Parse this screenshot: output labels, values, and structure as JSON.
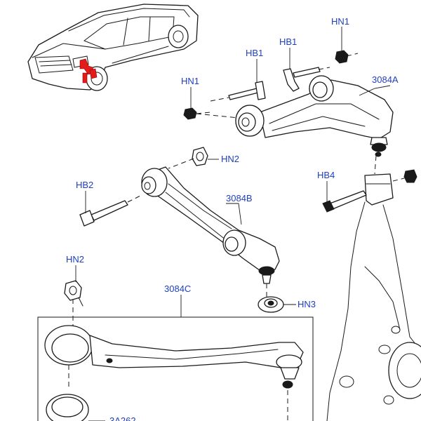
{
  "callouts": {
    "hn1_top": "HN1",
    "hb1_right": "HB1",
    "hb1_left": "HB1",
    "hn1_left": "HN1",
    "part_3084a": "3084A",
    "hn2_upper": "HN2",
    "hb2": "HB2",
    "part_3084b": "3084B",
    "hb4": "HB4",
    "hn2_lower": "HN2",
    "part_3084c": "3084C",
    "hn3": "HN3",
    "part_3a262": "3A262"
  },
  "colors": {
    "callout_text": "#1f3fbf",
    "line": "#1a1a1a",
    "highlight": "#e21b1b",
    "background": "#ffffff"
  }
}
